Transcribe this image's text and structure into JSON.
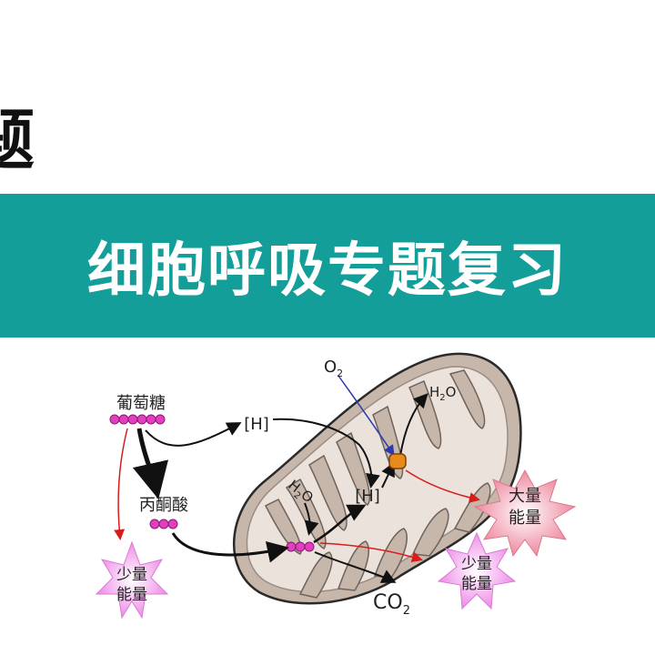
{
  "header": {
    "partial_char": "题",
    "title": "细胞呼吸专题复习"
  },
  "diagram": {
    "glucose": "葡萄糖",
    "pyruvate": "丙酮酸",
    "h1": "[H]",
    "h2": "[H]",
    "o2_base": "O",
    "o2_sub": "2",
    "h2o_top_base": "H",
    "h2o_top_sub": "2",
    "h2o_top_o": "O",
    "h2o_in_base": "H",
    "h2o_in_sub": "2",
    "h2o_in_o": "O",
    "co2_base": "CO",
    "co2_sub": "2",
    "energy_large_1": "大量",
    "energy_large_2": "能量",
    "energy_small_left_1": "少量",
    "energy_small_left_2": "能量",
    "energy_small_right_1": "少量",
    "energy_small_right_2": "能量",
    "colors": {
      "banner": "#149e9a",
      "bead": "#e23fc0",
      "star": "#f2a6ee",
      "large_star": "#f0a0ae",
      "membrane": "#b9a79c",
      "o2_arrow": "#2a3bb0",
      "energy_arrow": "#d81c1c",
      "enzyme": "#e98a1a"
    }
  }
}
